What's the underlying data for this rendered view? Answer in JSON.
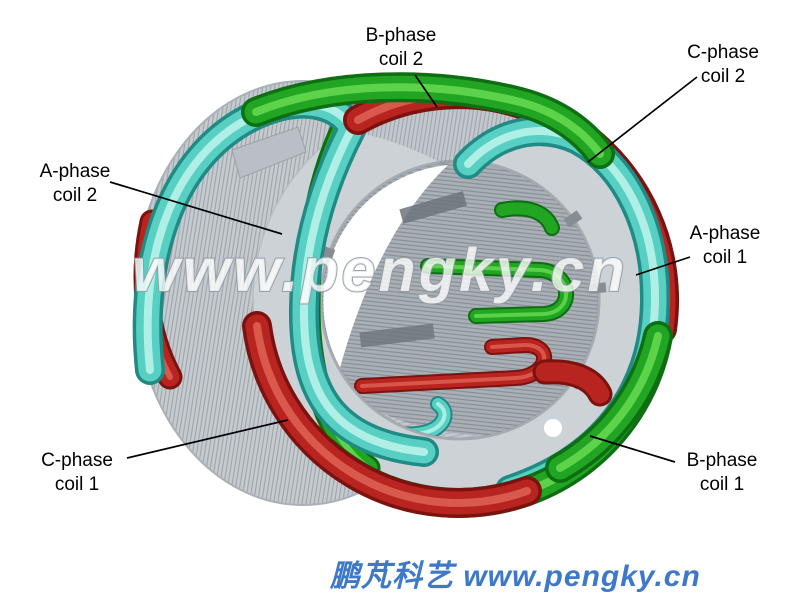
{
  "labels": {
    "b_phase_coil_2": {
      "line1": "B-phase",
      "line2": "coil 2"
    },
    "c_phase_coil_2": {
      "line1": "C-phase",
      "line2": "coil 2"
    },
    "a_phase_coil_2": {
      "line1": "A-phase",
      "line2": "coil 2"
    },
    "a_phase_coil_1": {
      "line1": "A-phase",
      "line2": "coil 1"
    },
    "c_phase_coil_1": {
      "line1": "C-phase",
      "line2": "coil 1"
    },
    "b_phase_coil_1": {
      "line1": "B-phase",
      "line2": "coil 1"
    }
  },
  "watermark": {
    "text": "www.pengky.cn"
  },
  "footer": {
    "text": "鹏芃科艺 www.pengky.cn"
  },
  "colors": {
    "coil-green": "#22a522",
    "coil-green-dark": "#0d6e12",
    "coil-green-light": "#63d84f",
    "coil-red": "#b8241f",
    "coil-red-dark": "#7c120f",
    "coil-red-light": "#de5f52",
    "coil-cyan": "#57cfc2",
    "coil-cyan-dark": "#1f8b84",
    "coil-cyan-light": "#b9f2e9",
    "core-gray": "#c9ced3",
    "footer-blue": "#3d79c8"
  }
}
